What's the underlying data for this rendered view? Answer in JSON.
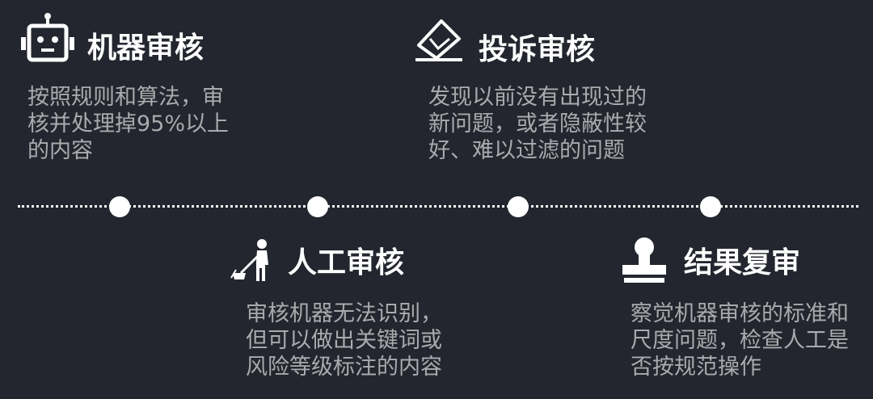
{
  "stages": [
    {
      "title": "机器审核",
      "icon": "robot-icon",
      "description": "按照规则和算法，审\n核并处理掉95%以上\n的内容"
    },
    {
      "title": "人工审核",
      "icon": "person-sweeping-icon",
      "description": "审核机器无法识别，\n但可以做出关键词或\n风险等级标注的内容"
    },
    {
      "title": "投诉审核",
      "icon": "envelope-icon",
      "description": "发现以前没有出现过的\n新问题，或者隐蔽性较\n好、难以过滤的问题"
    },
    {
      "title": "结果复审",
      "icon": "stamp-icon",
      "description": "察觉机器审核的标准和\n尺度问题，检查人工是\n否按规范操作"
    }
  ],
  "colors": {
    "background": "#23262e",
    "title": "#ffffff",
    "description": "#a9abae",
    "timeline": "#ffffff"
  }
}
